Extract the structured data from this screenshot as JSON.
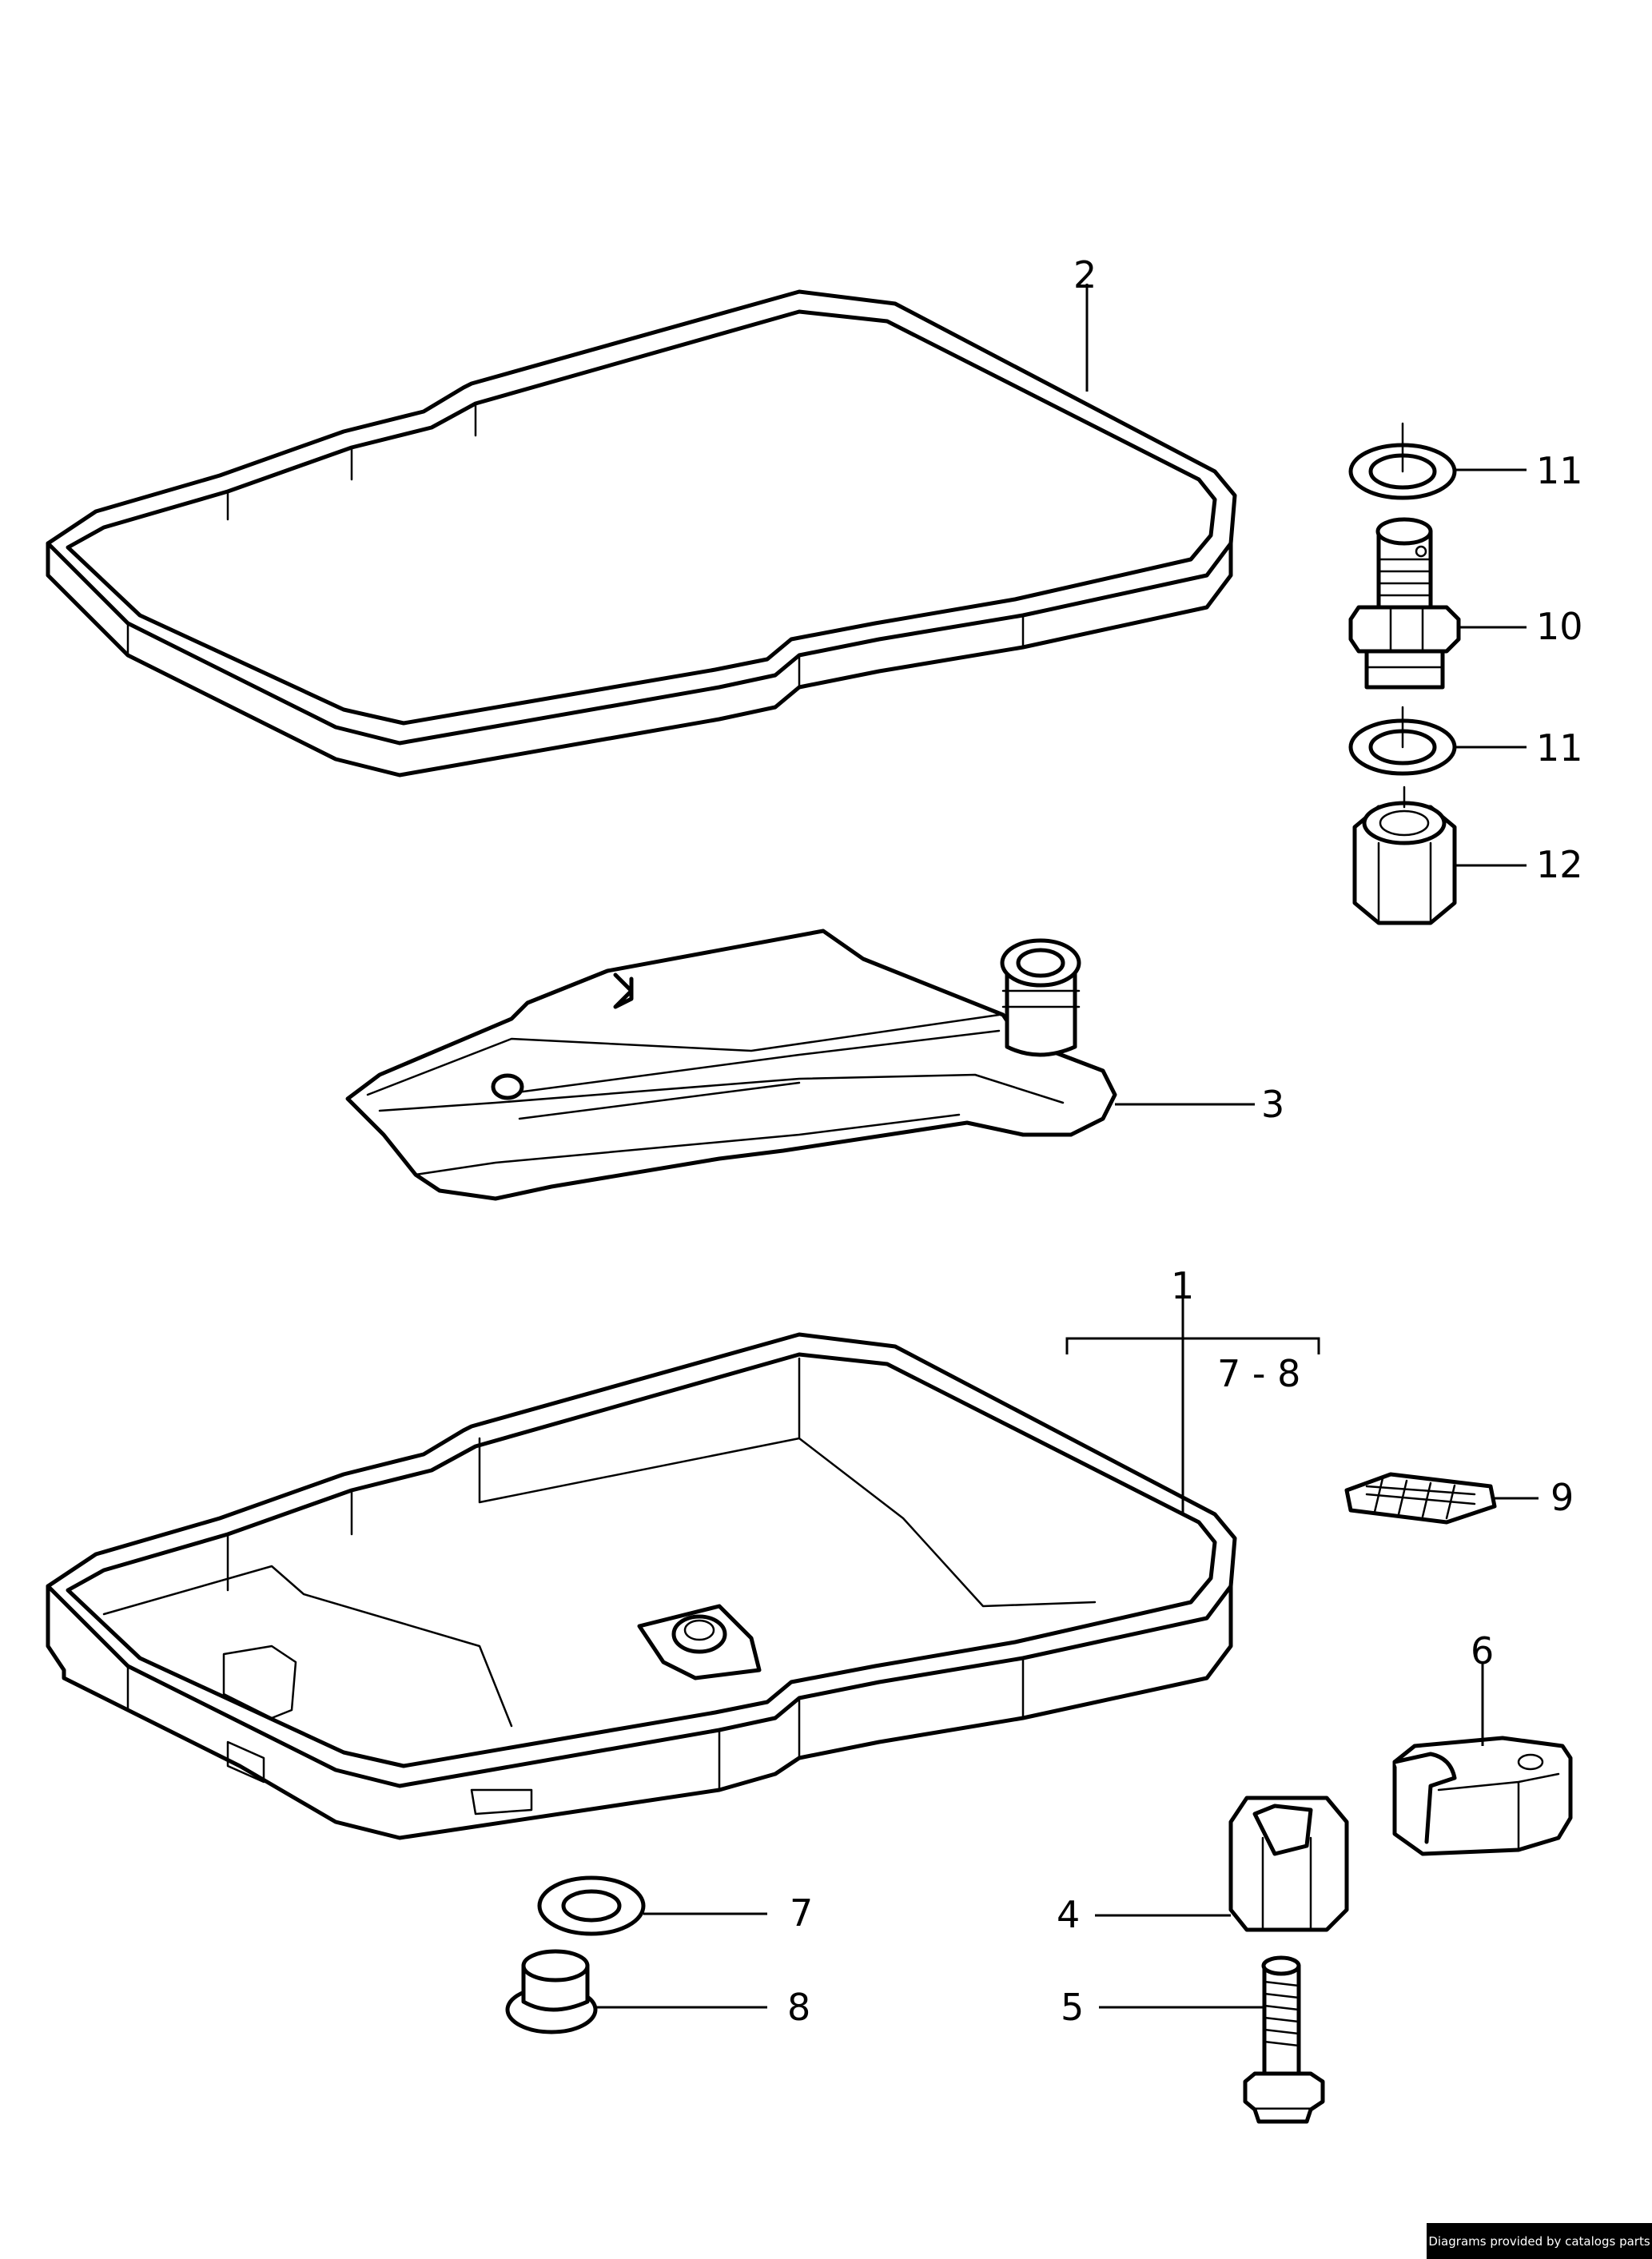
{
  "callouts": {
    "c1": "1",
    "c2": "2",
    "c3": "3",
    "c4": "4",
    "c5": "5",
    "c6": "6",
    "c7": "7",
    "c8": "8",
    "c9": "9",
    "c10": "10",
    "c11a": "11",
    "c11b": "11",
    "c12": "12",
    "range": "7 - 8"
  },
  "footer": {
    "credit": "Diagrams provided by catalogs parts"
  }
}
